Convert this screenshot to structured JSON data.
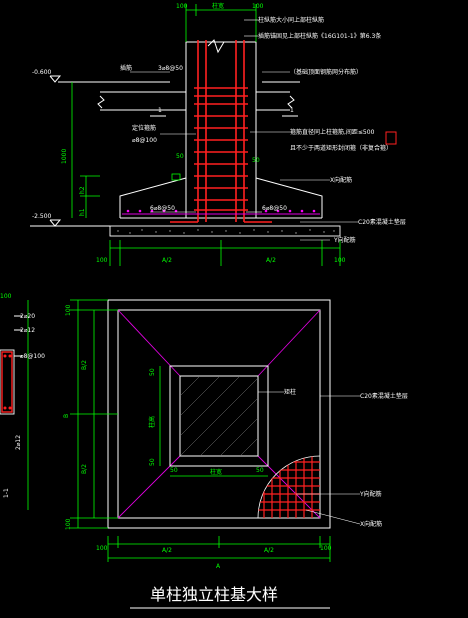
{
  "title": "单柱独立柱基大样",
  "notes": {
    "n1": "柱纵筋大小同上部柱纵筋",
    "n2": "插筋锚固见上部柱纵筋《16G101-1》第6.3条",
    "n3": "（基础顶面钢筋网分布筋）",
    "n4": "箍筋直径同上柱箍筋,间距≤500",
    "n5": "且不少于两道矩形封闭箍（非复合箍）",
    "n6": "X向配筋",
    "n7": "C20素混凝土垫层",
    "n8": "Y向配筋",
    "n9": "定位箍筋",
    "n10": "⌀8@100",
    "n11": "插筋",
    "n12": "3⌀8@50",
    "n13": "6⌀8@50",
    "n14": "6⌀8@50"
  },
  "plan_labels": {
    "col": "矩柱",
    "c20": "C20素混凝土垫层",
    "y": "Y向配筋",
    "x": "X向配筋"
  },
  "dims": {
    "d100": "100",
    "zk": "柱宽",
    "a2": "A/2",
    "b2": "B/2",
    "b": "B",
    "a": "A",
    "d50": "50",
    "h1": "h1",
    "h2": "h2",
    "d1000": "1000",
    "e1": "-0.600",
    "e2": "-2.500",
    "zk2": "柱宽",
    "hk": "柱高",
    "mark1": "1"
  },
  "left_labels": {
    "l1": "2⌀20",
    "l2": "2⌀12",
    "l3": "⌀8@100",
    "l4": "2⌀12",
    "l5": "1-1"
  },
  "colors": {
    "dim_green": "#00ff00",
    "rebar_red": "#ff2020",
    "outline_white": "#ffffff",
    "slope_magenta": "#e000e0",
    "background": "#000000"
  }
}
